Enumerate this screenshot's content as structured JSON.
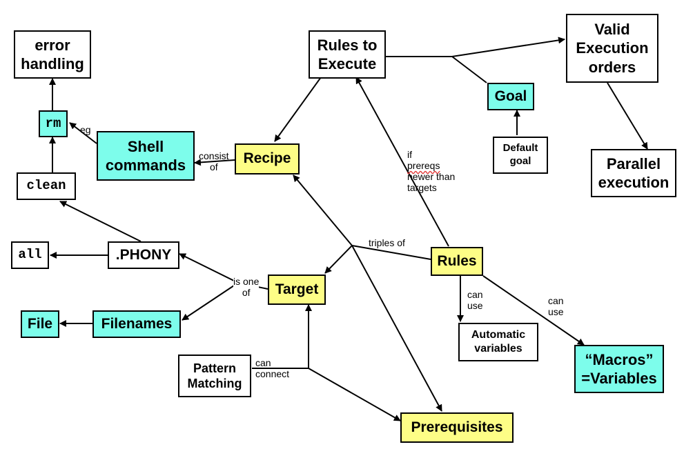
{
  "nodes": {
    "error_handling": "error\nhandling",
    "rm": "rm",
    "clean": "clean",
    "all": "all",
    "phony": ".PHONY",
    "file": "File",
    "filenames": "Filenames",
    "shell_commands": "Shell\ncommands",
    "recipe": "Recipe",
    "rules_to_execute": "Rules to\nExecute",
    "goal": "Goal",
    "default_goal": "Default\ngoal",
    "valid_execution_orders": "Valid\nExecution\norders",
    "parallel_execution": "Parallel\nexecution",
    "target": "Target",
    "rules": "Rules",
    "automatic_variables": "Automatic\nvariables",
    "macros_variables": "“Macros”\n=Variables",
    "pattern_matching": "Pattern\nMatching",
    "prerequisites": "Prerequisites"
  },
  "edge_labels": {
    "eg": "eg",
    "consist_of": "consist\nof",
    "if_prereqs_1": "if",
    "if_prereqs_2": "prereqs",
    "if_prereqs_3": "newer than\ntargets",
    "triples_of": "triples of",
    "is_one_of": "is one\nof",
    "can_use_1": "can\nuse",
    "can_use_2": "can\nuse",
    "can_connect": "can\nconnect"
  },
  "colors": {
    "yellow": "#fdfd86",
    "cyan": "#7dfdeb",
    "white": "#ffffff",
    "line": "#000000"
  }
}
